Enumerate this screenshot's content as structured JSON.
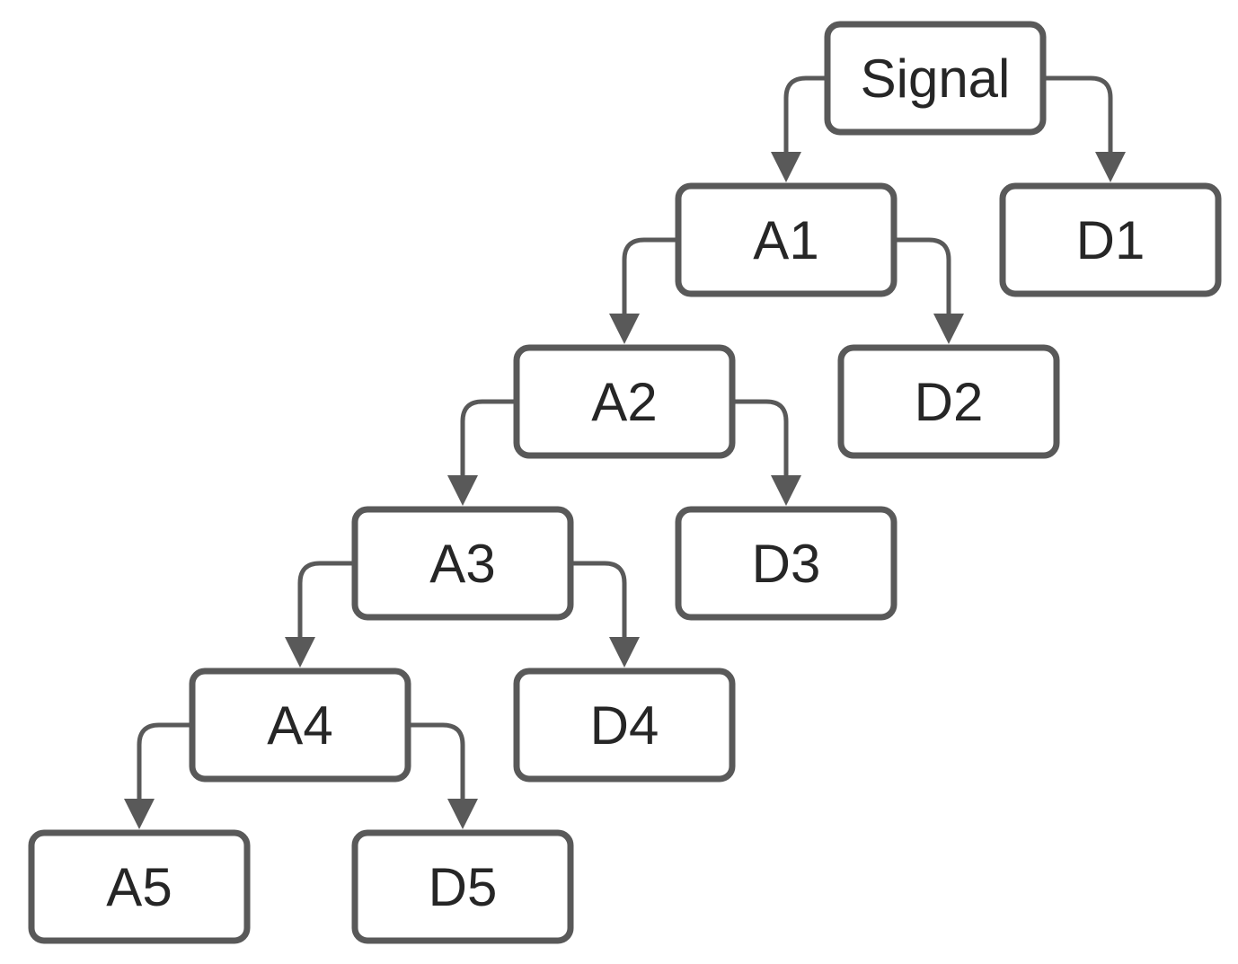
{
  "diagram": {
    "nodes": [
      {
        "id": "signal",
        "label": "Signal"
      },
      {
        "id": "a1",
        "label": "A1"
      },
      {
        "id": "d1",
        "label": "D1"
      },
      {
        "id": "a2",
        "label": "A2"
      },
      {
        "id": "d2",
        "label": "D2"
      },
      {
        "id": "a3",
        "label": "A3"
      },
      {
        "id": "d3",
        "label": "D3"
      },
      {
        "id": "a4",
        "label": "A4"
      },
      {
        "id": "d4",
        "label": "D4"
      },
      {
        "id": "a5",
        "label": "A5"
      },
      {
        "id": "d5",
        "label": "D5"
      }
    ],
    "edges": [
      {
        "from": "signal",
        "to": "a1"
      },
      {
        "from": "signal",
        "to": "d1"
      },
      {
        "from": "a1",
        "to": "a2"
      },
      {
        "from": "a1",
        "to": "d2"
      },
      {
        "from": "a2",
        "to": "a3"
      },
      {
        "from": "a2",
        "to": "d3"
      },
      {
        "from": "a3",
        "to": "a4"
      },
      {
        "from": "a3",
        "to": "d4"
      },
      {
        "from": "a4",
        "to": "a5"
      },
      {
        "from": "a4",
        "to": "d5"
      }
    ]
  }
}
